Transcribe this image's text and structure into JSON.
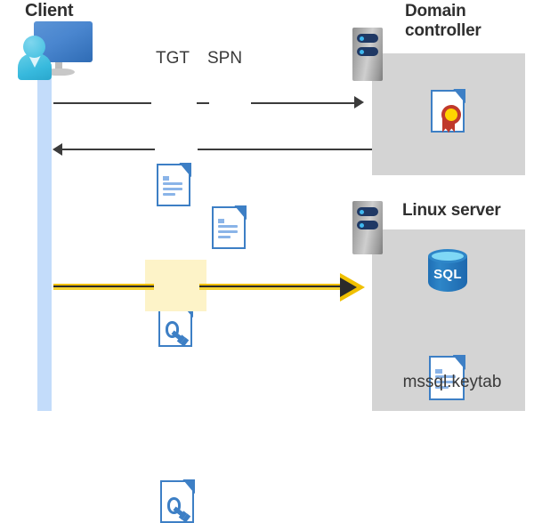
{
  "diagram": {
    "title": "Kerberos authentication flow between client, domain controller and Linux server",
    "accent_blue": "#3d7fc5",
    "lifeline_blue": "#c3dcfa",
    "panel_gray": "#d4d4d4",
    "highlight_yellow": "#fdf3c8",
    "arrow_yellow": "#f0c000",
    "text_dark": "#2f2f2f"
  },
  "actors": {
    "client": {
      "title": "Client",
      "icon": "client-computer-user-icon"
    },
    "domain_controller": {
      "title": "Domain controller",
      "icon": "server-rack-icon"
    },
    "linux_server": {
      "title": "Linux server",
      "icon": "server-rack-icon"
    }
  },
  "flows": [
    {
      "id": "request",
      "direction": "client-to-domain-controller",
      "labels": [
        "TGT",
        "SPN"
      ],
      "icons": [
        "text-document-icon",
        "text-document-icon"
      ],
      "style": "thin-black-arrow"
    },
    {
      "id": "response",
      "direction": "domain-controller-to-client",
      "labels": [],
      "icons": [
        "key-document-icon"
      ],
      "style": "thin-black-arrow"
    },
    {
      "id": "service-ticket",
      "direction": "client-to-linux-server",
      "labels": [],
      "icons": [
        "key-document-icon"
      ],
      "style": "thick-yellow-arrow",
      "highlighted": true
    }
  ],
  "domain_controller_contents": [
    {
      "name": "certificate-document-icon",
      "label": ""
    }
  ],
  "linux_server_contents": [
    {
      "name": "sql-database-icon",
      "label": "SQL"
    },
    {
      "name": "keytab-document-icon",
      "label": "mssql.keytab"
    }
  ],
  "labels": {
    "tgt": "TGT",
    "spn": "SPN",
    "sql": "SQL",
    "keytab_filename": "mssql.keytab"
  }
}
